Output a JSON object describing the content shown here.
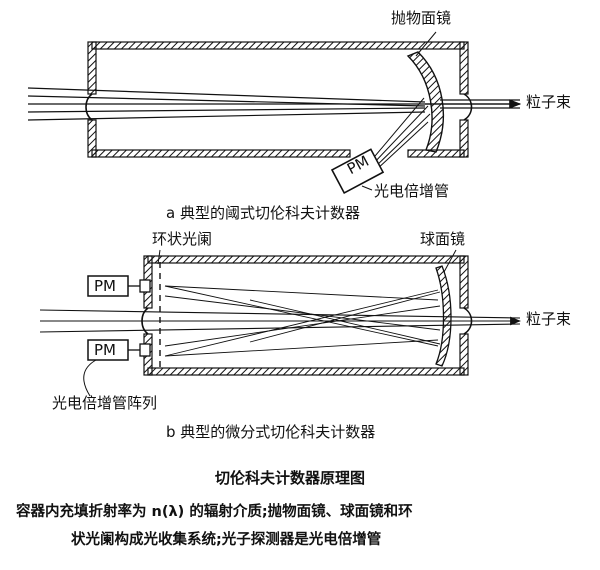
{
  "figure_a": {
    "label_mirror": "抛物面镜",
    "label_beam": "粒子束",
    "label_pm": "PM",
    "label_pmt": "光电倍增管",
    "subtitle": "a 典型的阈式切伦科夫计数器"
  },
  "figure_b": {
    "label_aperture": "环状光阑",
    "label_mirror": "球面镜",
    "label_beam": "粒子束",
    "label_pm_top": "PM",
    "label_pm_bottom": "PM",
    "label_pmt_array": "光电倍增管阵列",
    "subtitle": "b 典型的微分式切伦科夫计数器"
  },
  "main_title": "切伦科夫计数器原理图",
  "caption_line1": "容器内充填折射率为 n(λ) 的辐射介质;抛物面镜、球面镜和环",
  "caption_line2": "状光阑构成光收集系统;光子探测器是光电倍增管"
}
